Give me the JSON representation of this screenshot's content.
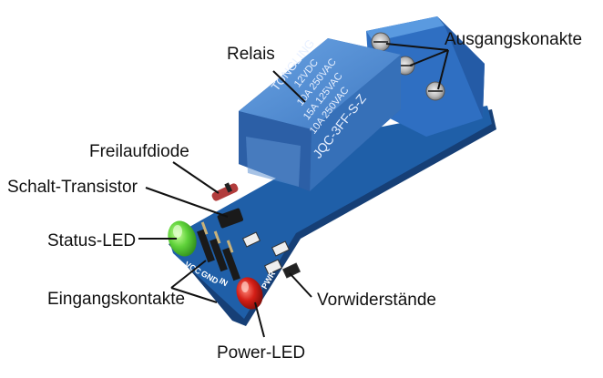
{
  "labels": {
    "relais": "Relais",
    "ausgang": "Ausgangskonakte",
    "freilauf": "Freilaufdiode",
    "transistor": "Schalt-Transistor",
    "status_led": "Status-LED",
    "eingang": "Eingangskontakte",
    "vorwiderstand": "Vorwiderstände",
    "power_led": "Power-LED"
  },
  "relay_print": {
    "brand": "TONGLING",
    "line1": "12VDC",
    "line2": "10A 250VAC",
    "line3": "15A 125VAC",
    "line4": "10A 250VAC",
    "model": "JQC-3FF-S-Z"
  },
  "silkscreen": {
    "vcc": "VCC",
    "gnd": "GND",
    "in": "IN",
    "pwr": "PWR"
  },
  "colors": {
    "pcb": "#1f5fa8",
    "relay": "#4a86cf",
    "terminal": "#3a7cd0",
    "status_led": "#5fd23a",
    "power_led": "#d41e16"
  }
}
